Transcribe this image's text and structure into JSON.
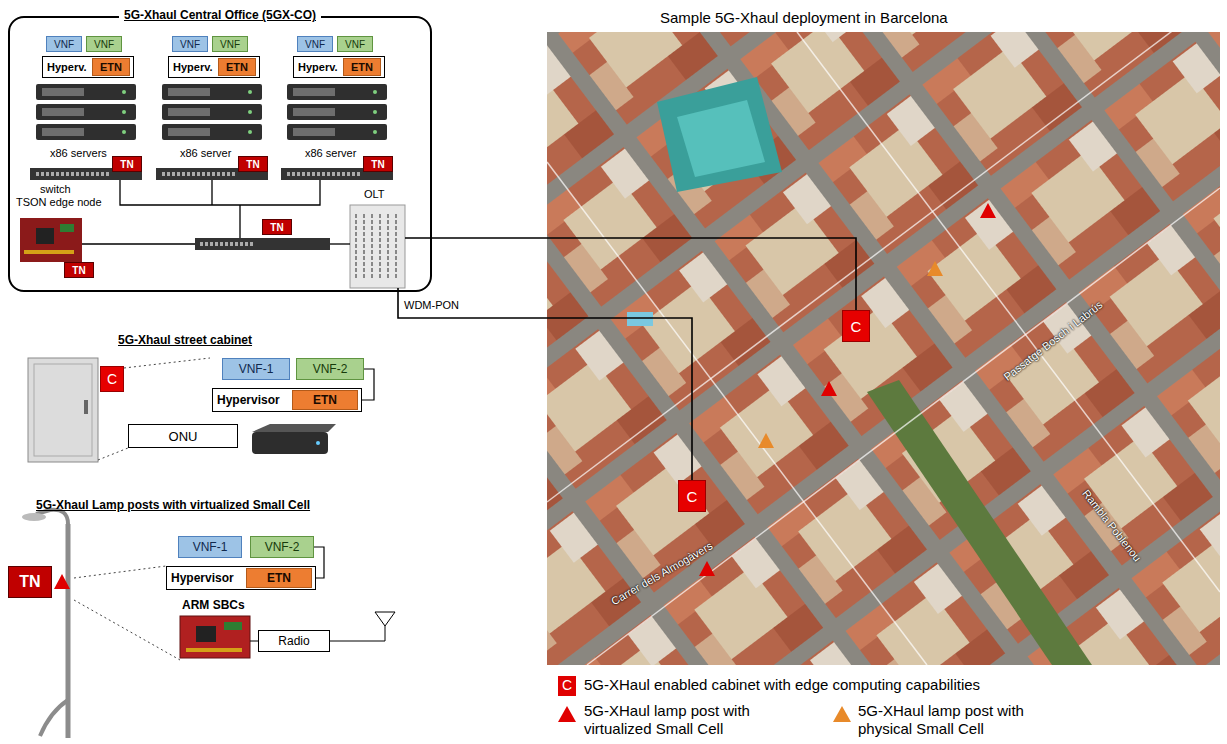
{
  "diagram": {
    "title": "Sample 5G-Xhaul deployment in Barcelona",
    "nodes": [
      {
        "text": [
          "5G-Xhaul Central Office (5GX-CO)"
        ]
      },
      {
        "text": [
          "VNF"
        ],
        "in": 0
      },
      {
        "text": [
          "VNF"
        ],
        "in": 0
      },
      {
        "text": [
          "Hyperv."
        ],
        "in": 0
      },
      {
        "text": [
          "ETN"
        ],
        "in": 3
      },
      {
        "text": [
          "VNF"
        ],
        "in": 0
      },
      {
        "text": [
          "VNF"
        ],
        "in": 0
      },
      {
        "text": [
          "Hyperv."
        ],
        "in": 0
      },
      {
        "text": [
          "ETN"
        ],
        "in": 7
      },
      {
        "text": [
          "VNF"
        ],
        "in": 0
      },
      {
        "text": [
          "VNF"
        ],
        "in": 0
      },
      {
        "text": [
          "Hyperv."
        ],
        "in": 0
      },
      {
        "text": [
          "ETN"
        ],
        "in": 11
      },
      {
        "text": [
          "TN"
        ],
        "in": 0
      },
      {
        "text": [
          "TN"
        ],
        "in": 0
      },
      {
        "text": [
          "TN"
        ],
        "in": 0
      },
      {
        "text": [
          "TN"
        ],
        "in": 0
      },
      {
        "text": [
          "TN"
        ],
        "in": 0
      },
      {
        "text": [
          "C"
        ]
      },
      {
        "text": [
          "C"
        ]
      },
      {
        "text": [
          "C"
        ]
      },
      {
        "text": [
          "VNF-1"
        ]
      },
      {
        "text": [
          "VNF-2"
        ]
      },
      {
        "text": [
          "Hypervisor"
        ]
      },
      {
        "text": [
          "ETN"
        ],
        "in": 23
      },
      {
        "text": [
          "ONU"
        ]
      },
      {
        "text": [
          "TN"
        ]
      },
      {
        "text": [
          "VNF-1"
        ]
      },
      {
        "text": [
          "VNF-2"
        ]
      },
      {
        "text": [
          "Hypervisor"
        ]
      },
      {
        "text": [
          "ETN"
        ],
        "in": 29
      },
      {
        "text": [
          "Radio"
        ]
      }
    ],
    "edges": [
      {
        "from": 22,
        "to": 24,
        "arrow": "none"
      },
      {
        "from": 28,
        "to": 30,
        "arrow": "none"
      }
    ],
    "labels": [
      "x86 servers",
      "x86 server",
      "x86 server",
      "switch",
      "TSON edge node",
      "OLT",
      "WDM-PON",
      "5G-Xhaul street cabinet",
      "5G-Xhaul Lamp posts with virtualized Small Cell",
      "ARM SBCs",
      "C",
      "Carrer dels Almogàvers",
      "Rambla Poblenou",
      "Passatge Bosch i Labrús"
    ],
    "legend": [
      {
        "text": "5G-XHaul enabled cabinet with edge computing capabilities"
      },
      {
        "text": "5G-XHaul lamp post with virtualized Small Cell"
      },
      {
        "text": "5G-XHaul lamp post with physical Small Cell"
      }
    ]
  }
}
